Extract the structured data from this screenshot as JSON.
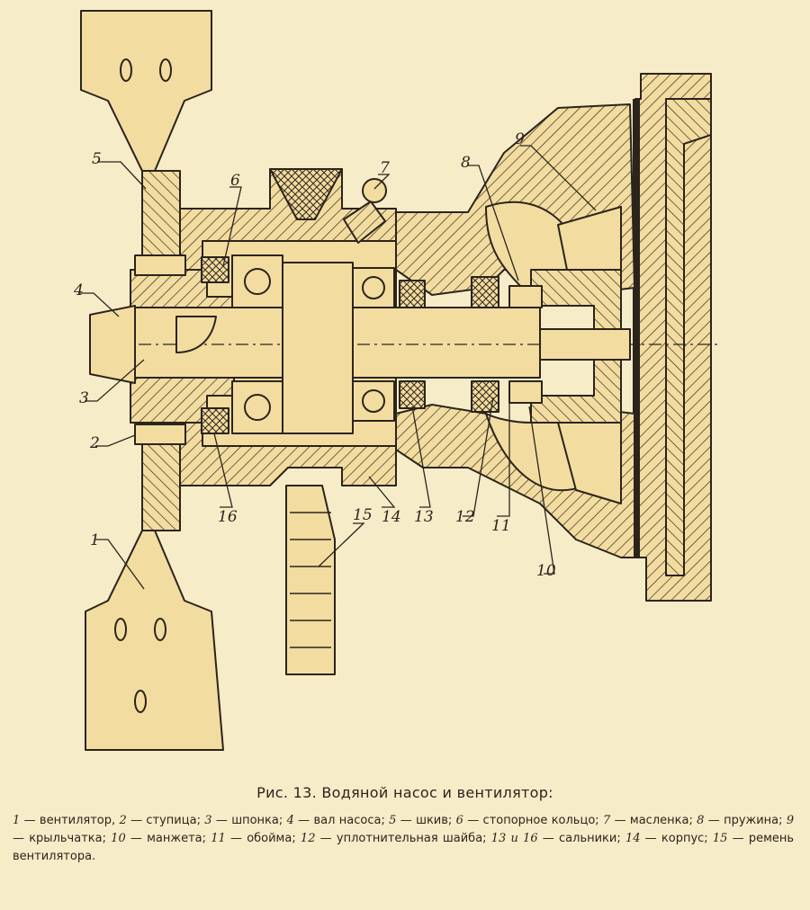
{
  "colors": {
    "paper": "#f7ecc8",
    "part_fill": "#f2dcA0",
    "ink": "#2b241c"
  },
  "callouts": [
    "1",
    "2",
    "3",
    "4",
    "5",
    "6",
    "7",
    "8",
    "9",
    "10",
    "11",
    "12",
    "13",
    "14",
    "15",
    "16"
  ],
  "caption": {
    "title": "Рис. 13. Водяной насос и вентилятор:",
    "items": [
      {
        "num": "1",
        "text": "вентилятор"
      },
      {
        "num": "2",
        "text": "ступица"
      },
      {
        "num": "3",
        "text": "шпонка"
      },
      {
        "num": "4",
        "text": "вал насоса"
      },
      {
        "num": "5",
        "text": "шкив"
      },
      {
        "num": "6",
        "text": "стопорное кольцо"
      },
      {
        "num": "7",
        "text": "масленка"
      },
      {
        "num": "8",
        "text": "пружина"
      },
      {
        "num": "9",
        "text": "крыльчатка"
      },
      {
        "num": "10",
        "text": "манжета"
      },
      {
        "num": "11",
        "text": "обойма"
      },
      {
        "num": "12",
        "text": "уплотнительная шайба"
      },
      {
        "num": "13 и 16",
        "text": "сальники"
      },
      {
        "num": "14",
        "text": "корпус"
      },
      {
        "num": "15",
        "text": "ремень вентилятора"
      }
    ]
  }
}
